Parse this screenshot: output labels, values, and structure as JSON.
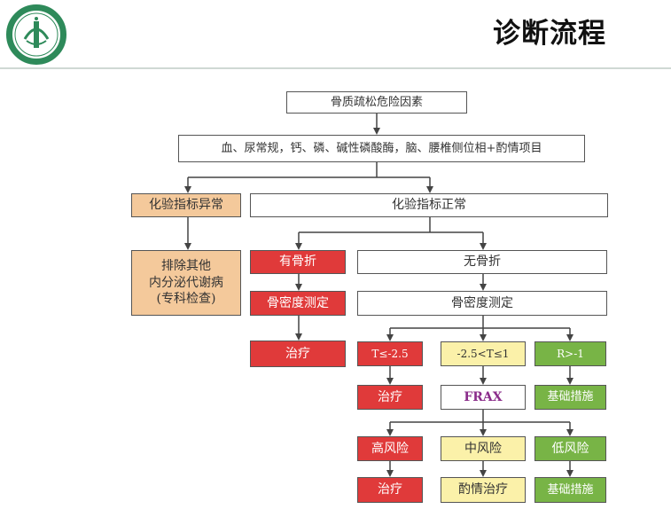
{
  "header": {
    "title": "诊断流程"
  },
  "flow": {
    "risk": "骨质疏松危险因素",
    "tests": "血、尿常规，钙、磷、碱性磷酸酶，脑、腰椎侧位相+酌情项目",
    "lab_abnormal": "化验指标异常",
    "lab_normal": "化验指标正常",
    "exclude": "排除其他\n内分泌代谢病\n(专科检查)",
    "fracture": "有骨折",
    "no_fracture": "无骨折",
    "bmd_fracture": "骨密度测定",
    "bmd_nofracture": "骨密度测定",
    "treat_fracture": "治疗",
    "t_low": "T≤-2.5",
    "t_mid": "-2.5<T≤1",
    "t_high": "R>-1",
    "treat_tlow": "治疗",
    "frax": "FRAX",
    "basic_thigh": "基础措施",
    "high_risk": "高风险",
    "mid_risk": "中风险",
    "low_risk": "低风险",
    "treat_high": "治疗",
    "treat_mid": "酌情治疗",
    "basic_low": "基础措施"
  }
}
